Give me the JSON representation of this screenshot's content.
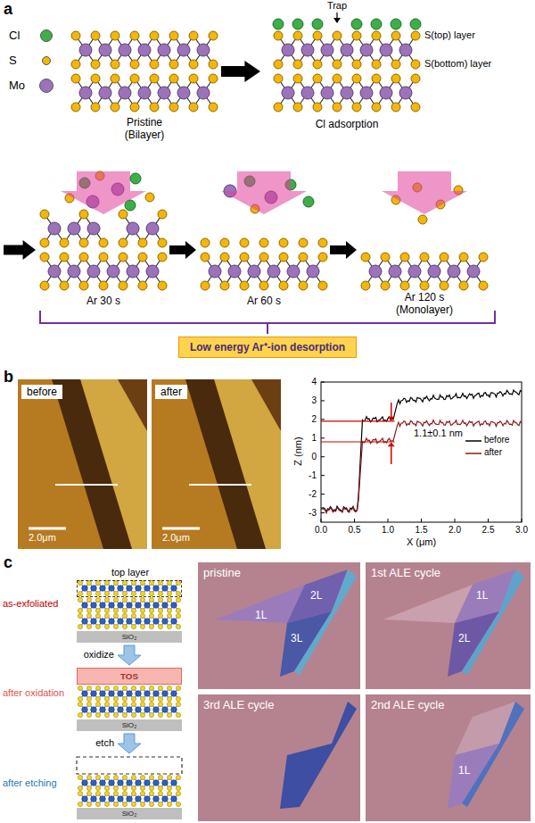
{
  "diagram": {
    "nodes": [
      {
        "text": [
          "Low energy Ar⁺-ion desorption"
        ]
      },
      {
        "text": [
          "2.0μm"
        ]
      },
      {
        "text": [
          "before"
        ],
        "in": 1
      },
      {
        "text": [
          "2.0μm"
        ]
      },
      {
        "text": [
          "after"
        ],
        "in": 3
      },
      {
        "text": [
          "top layer"
        ]
      },
      {
        "text": [
          "SiO₂"
        ]
      },
      {
        "text": [
          "TOS"
        ]
      },
      {
        "text": [
          "SiO₂"
        ]
      },
      {
        "text": [
          "SiO₂"
        ]
      },
      {
        "text": [
          "pristine",
          "1L",
          "2L",
          "3L"
        ]
      },
      {
        "text": [
          "1st ALE cycle",
          "1L",
          "2L"
        ]
      },
      {
        "text": [
          "3rd ALE cycle"
        ]
      },
      {
        "text": [
          "2nd ALE cycle",
          "1L"
        ]
      }
    ],
    "labels": [
      "a",
      "Trap",
      "S(top) layer",
      "S(bottom) layer",
      "Pristine (Bilayer)",
      "Cl adsorption",
      "Ar 30 s",
      "Ar 60 s",
      "Ar 120 s (Monolayer)",
      "b",
      "4",
      "3",
      "2",
      "1",
      "0",
      "-1",
      "-2",
      "-3",
      "Z (nm)",
      "0.0",
      "0.5",
      "1.0",
      "1.5",
      "2.0",
      "2.5",
      "3.0",
      "X (μm)",
      "1.1±0.1 nm",
      "c",
      "as-exfoliated",
      "oxidize",
      "after oxidation",
      "etch",
      "after etching"
    ],
    "legend": [
      {
        "text": "Cl",
        "color": "#3dae4a"
      },
      {
        "text": "S",
        "color": "#f3b60a"
      },
      {
        "text": "Mo",
        "color": "#9c73b8"
      },
      {
        "text": "before"
      },
      {
        "text": "after"
      }
    ]
  }
}
